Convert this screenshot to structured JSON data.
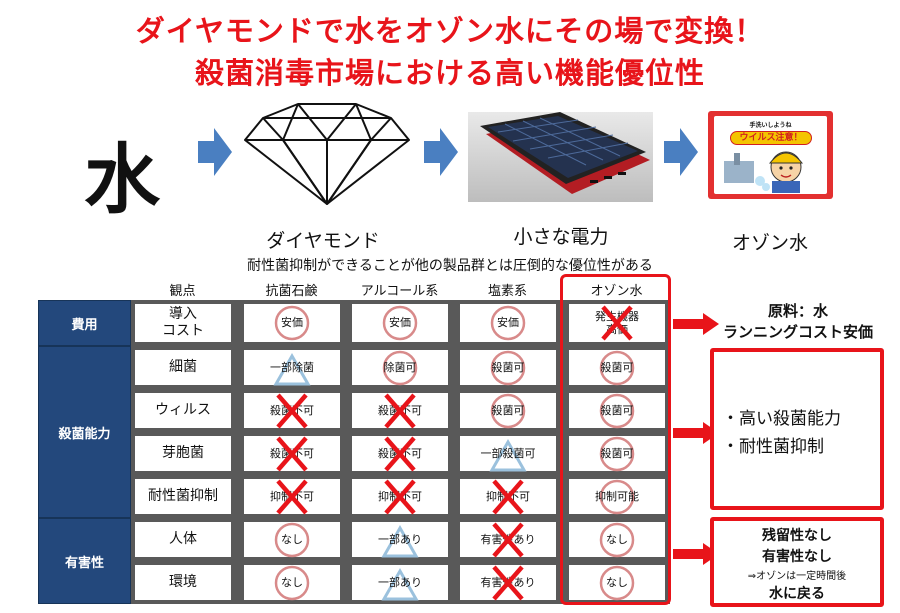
{
  "title": {
    "line1": "ダイヤモンドで水をオゾン水にその場で変換！",
    "line2": "殺菌消毒市場における高い機能優位性"
  },
  "flow": {
    "water_char": "水",
    "diamond_label": "ダイヤモンド",
    "power_label": "小さな電力",
    "ozone_label": "オゾン水",
    "poster_text": [
      "手洗いしようね",
      "ウイルス注意！"
    ]
  },
  "subtitle": "耐性菌抑制ができることが他の製品群とは圧倒的な優位性がある",
  "table": {
    "headers": [
      "観点",
      "抗菌石鹸",
      "アルコール系",
      "塩素系",
      "オゾン水"
    ],
    "groups": [
      {
        "label": "費用",
        "rows": 1
      },
      {
        "label": "殺菌能力",
        "rows": 4
      },
      {
        "label": "有害性",
        "rows": 2
      }
    ],
    "rows": [
      {
        "viewpoint": "導入\nコスト",
        "cells": [
          {
            "text": "安価",
            "mark": "circle"
          },
          {
            "text": "安価",
            "mark": "circle"
          },
          {
            "text": "安価",
            "mark": "circle"
          },
          {
            "text": "発生機器\n高価",
            "mark": "cross"
          }
        ]
      },
      {
        "viewpoint": "細菌",
        "cells": [
          {
            "text": "一部除菌",
            "mark": "triangle"
          },
          {
            "text": "除菌可",
            "mark": "circle"
          },
          {
            "text": "殺菌可",
            "mark": "circle"
          },
          {
            "text": "殺菌可",
            "mark": "circle"
          }
        ]
      },
      {
        "viewpoint": "ウィルス",
        "cells": [
          {
            "text": "殺菌不可",
            "mark": "cross"
          },
          {
            "text": "殺菌不可",
            "mark": "cross"
          },
          {
            "text": "殺菌可",
            "mark": "circle"
          },
          {
            "text": "殺菌可",
            "mark": "circle"
          }
        ]
      },
      {
        "viewpoint": "芽胞菌",
        "cells": [
          {
            "text": "殺菌不可",
            "mark": "cross"
          },
          {
            "text": "殺菌不可",
            "mark": "cross"
          },
          {
            "text": "一部殺菌可",
            "mark": "triangle"
          },
          {
            "text": "殺菌可",
            "mark": "circle"
          }
        ]
      },
      {
        "viewpoint": "耐性菌抑制",
        "cells": [
          {
            "text": "抑制不可",
            "mark": "cross"
          },
          {
            "text": "抑制不可",
            "mark": "cross"
          },
          {
            "text": "抑制不可",
            "mark": "cross"
          },
          {
            "text": "抑制可能",
            "mark": "circle"
          }
        ]
      },
      {
        "viewpoint": "人体",
        "cells": [
          {
            "text": "なし",
            "mark": "circle"
          },
          {
            "text": "一部あり",
            "mark": "triangle"
          },
          {
            "text": "有害性あり",
            "mark": "cross"
          },
          {
            "text": "なし",
            "mark": "circle"
          }
        ]
      },
      {
        "viewpoint": "環境",
        "cells": [
          {
            "text": "なし",
            "mark": "circle"
          },
          {
            "text": "一部あり",
            "mark": "triangle"
          },
          {
            "text": "有害性あり",
            "mark": "cross"
          },
          {
            "text": "なし",
            "mark": "circle"
          }
        ]
      }
    ]
  },
  "callouts": {
    "cost_line1": "原料：水",
    "cost_line2": "ランニングコスト安価",
    "ability_items": [
      "・高い殺菌能力",
      "・耐性菌抑制"
    ],
    "harm_line1": "残留性なし",
    "harm_line2": "有害性なし",
    "harm_note": "⇒オゾンは一定時間後",
    "harm_line3": "水に戻る"
  },
  "colors": {
    "title_red": "#e8141a",
    "header_navy": "#23487c",
    "flow_arrow_blue": "#4a7fc1",
    "mark_red": "#e8141a",
    "circle_pink": "#d88a8a",
    "triangle_blue": "#9bc1dd"
  }
}
